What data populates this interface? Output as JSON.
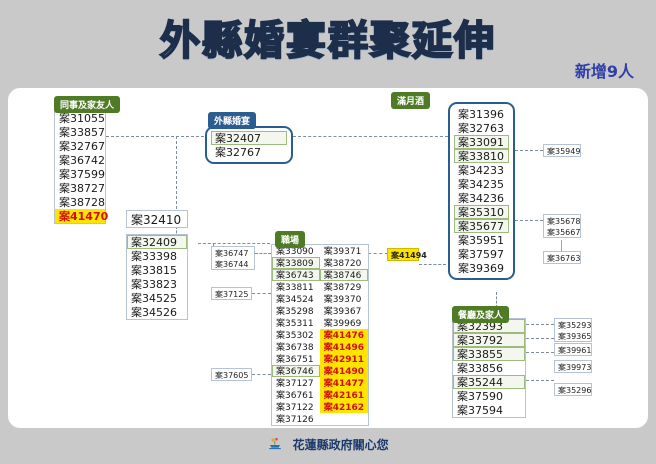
{
  "header": {
    "title": "外縣婚宴群聚延伸",
    "new_count": "新增9人"
  },
  "footer": {
    "text": "花蓮縣政府關心您",
    "logo": "hualien-county-logo"
  },
  "groups": {
    "colleagues": {
      "label": "同事及家友人",
      "cases": [
        {
          "id": "案31055",
          "style": "plain"
        },
        {
          "id": "案33857",
          "style": "plain"
        },
        {
          "id": "案32767",
          "style": "plain"
        },
        {
          "id": "案36742",
          "style": "plain"
        },
        {
          "id": "案37599",
          "style": "plain"
        },
        {
          "id": "案38727",
          "style": "plain"
        },
        {
          "id": "案38728",
          "style": "plain"
        },
        {
          "id": "案41470",
          "style": "highlight"
        }
      ]
    },
    "outside_wedding": {
      "label": "外縣婚宴",
      "cases": [
        {
          "id": "案32407",
          "style": "green"
        },
        {
          "id": "案32767",
          "style": "plain"
        }
      ]
    },
    "full_moon_banquet": {
      "label": "滿月酒",
      "cases": [
        {
          "id": "案31396",
          "style": "plain"
        },
        {
          "id": "案32763",
          "style": "plain"
        },
        {
          "id": "案33091",
          "style": "green"
        },
        {
          "id": "案33810",
          "style": "green"
        },
        {
          "id": "案34233",
          "style": "plain"
        },
        {
          "id": "案34235",
          "style": "plain"
        },
        {
          "id": "案34236",
          "style": "plain"
        },
        {
          "id": "案35310",
          "style": "green"
        },
        {
          "id": "案35677",
          "style": "green"
        },
        {
          "id": "案35951",
          "style": "plain"
        },
        {
          "id": "案37597",
          "style": "plain"
        },
        {
          "id": "案39369",
          "style": "plain"
        }
      ]
    },
    "workplace": {
      "label": "職場",
      "left_cases": [
        {
          "id": "案33090",
          "style": "plain"
        },
        {
          "id": "案33809",
          "style": "green"
        },
        {
          "id": "案36743",
          "style": "green"
        },
        {
          "id": "案33811",
          "style": "plain"
        },
        {
          "id": "案34524",
          "style": "plain"
        },
        {
          "id": "案35298",
          "style": "plain"
        },
        {
          "id": "案35311",
          "style": "plain"
        },
        {
          "id": "案35302",
          "style": "plain"
        },
        {
          "id": "案36738",
          "style": "plain"
        },
        {
          "id": "案36751",
          "style": "plain"
        },
        {
          "id": "案36746",
          "style": "green"
        },
        {
          "id": "案37127",
          "style": "plain"
        },
        {
          "id": "案36761",
          "style": "plain"
        },
        {
          "id": "案37122",
          "style": "plain"
        },
        {
          "id": "案37126",
          "style": "plain"
        }
      ],
      "right_cases": [
        {
          "id": "案39371",
          "style": "plain"
        },
        {
          "id": "案38720",
          "style": "plain"
        },
        {
          "id": "案38746",
          "style": "green"
        },
        {
          "id": "案38729",
          "style": "plain"
        },
        {
          "id": "案39370",
          "style": "plain"
        },
        {
          "id": "案39367",
          "style": "plain"
        },
        {
          "id": "案39969",
          "style": "plain"
        },
        {
          "id": "案41476",
          "style": "highlight"
        },
        {
          "id": "案41496",
          "style": "highlight"
        },
        {
          "id": "案42911",
          "style": "highlight"
        },
        {
          "id": "案41490",
          "style": "highlight"
        },
        {
          "id": "案41477",
          "style": "highlight"
        },
        {
          "id": "案42161",
          "style": "highlight"
        },
        {
          "id": "案42162",
          "style": "highlight"
        }
      ]
    },
    "restaurant_family": {
      "label": "餐廳及家人",
      "cases": [
        {
          "id": "案32393",
          "style": "green"
        },
        {
          "id": "案33792",
          "style": "green"
        },
        {
          "id": "案33855",
          "style": "green"
        },
        {
          "id": "案33856",
          "style": "plain"
        },
        {
          "id": "案35244",
          "style": "green"
        },
        {
          "id": "案37590",
          "style": "plain"
        },
        {
          "id": "案37594",
          "style": "plain"
        }
      ]
    }
  },
  "nodes": {
    "case_32410": {
      "id": "案32410"
    },
    "branch_32409": [
      {
        "id": "案32409",
        "style": "green"
      },
      {
        "id": "案33398",
        "style": "plain"
      },
      {
        "id": "案33815",
        "style": "plain"
      },
      {
        "id": "案33823",
        "style": "plain"
      },
      {
        "id": "案34525",
        "style": "plain"
      },
      {
        "id": "案34526",
        "style": "plain"
      }
    ],
    "pair_36747": [
      {
        "id": "案36747",
        "style": "plain"
      },
      {
        "id": "案36744",
        "style": "plain"
      }
    ],
    "case_37125": {
      "id": "案37125"
    },
    "case_37605": {
      "id": "案37605"
    },
    "case_41494": {
      "id": "案41494",
      "style": "highlight"
    },
    "case_35949": {
      "id": "案35949"
    },
    "pair_35678": [
      {
        "id": "案35678",
        "style": "plain"
      },
      {
        "id": "案35667",
        "style": "plain"
      }
    ],
    "case_36763": {
      "id": "案36763"
    },
    "pair_35293": [
      {
        "id": "案35293",
        "style": "plain"
      },
      {
        "id": "案39365",
        "style": "plain"
      }
    ],
    "case_39961": {
      "id": "案39961"
    },
    "case_39973": {
      "id": "案39973"
    },
    "case_35296": {
      "id": "案35296"
    }
  },
  "colors": {
    "green_badge": "#4f7b27",
    "blue_badge": "#2c5d8f",
    "highlight_bg": "#ffe400",
    "highlight_text": "#d01010",
    "page_bg": "#c9c9c9",
    "card_bg": "#ffffff",
    "title_fill": "#cfe2f7",
    "title_stroke": "#1c2e4a",
    "accent_blue": "#2f3fa8"
  }
}
